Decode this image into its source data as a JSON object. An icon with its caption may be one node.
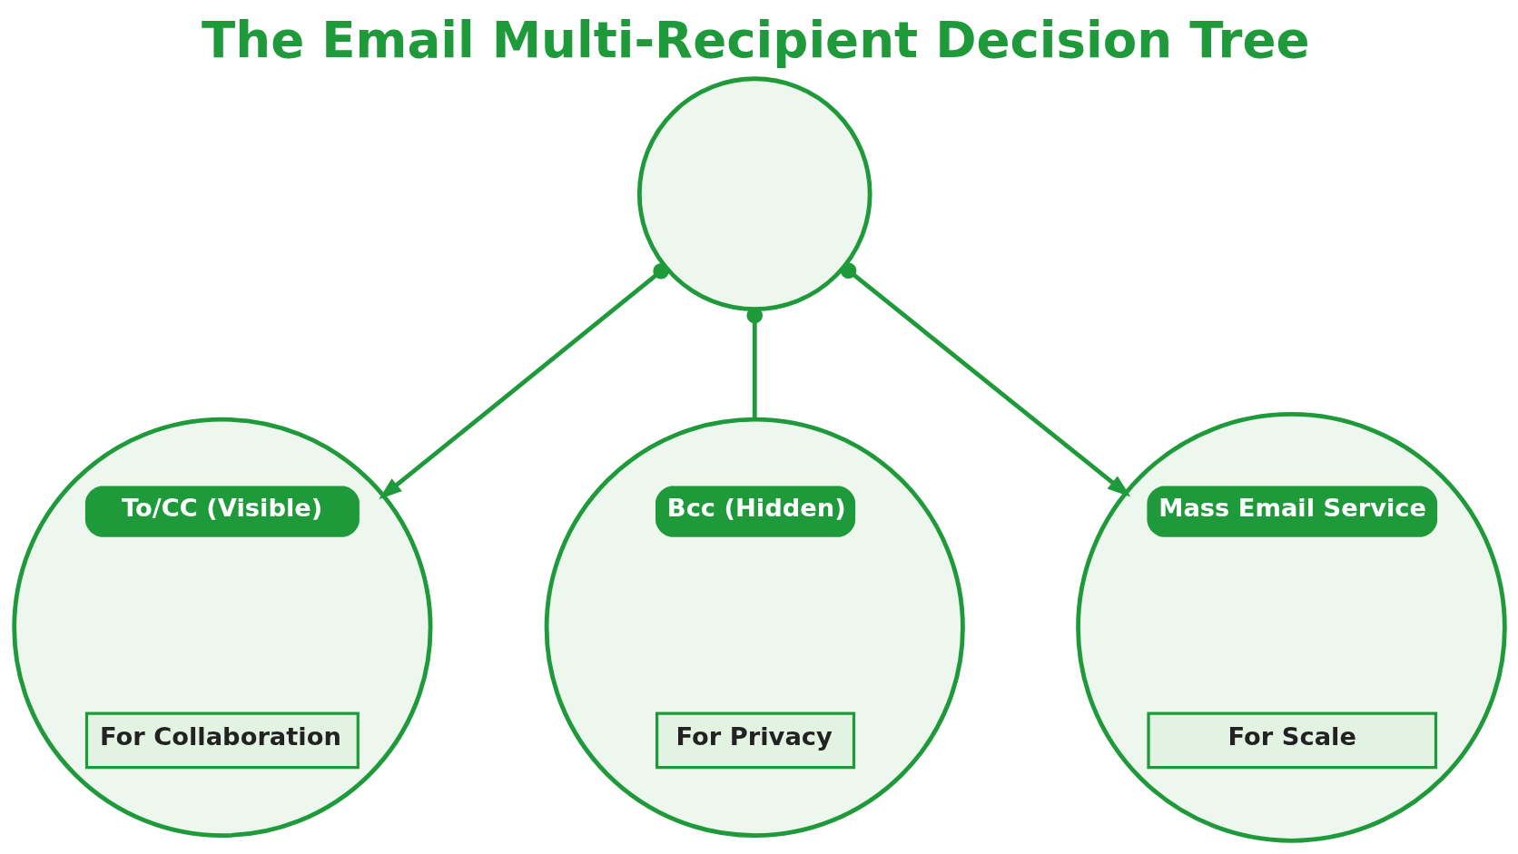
{
  "diagram": {
    "title": "The Email Multi-Recipient Decision Tree",
    "nodes": [
      {
        "text": [],
        "shape": "circle"
      },
      {
        "text": [
          "To/CC (Visible)",
          "For Collaboration"
        ]
      },
      {
        "text": [
          "Bcc (Hidden)",
          "For Privacy"
        ]
      },
      {
        "text": [
          "Mass Email Service",
          "For Scale"
        ]
      }
    ],
    "edges": [
      {
        "from": 0,
        "to": 1,
        "arrow": "to"
      },
      {
        "from": 0,
        "to": 2,
        "arrow": "other"
      },
      {
        "from": 0,
        "to": 3,
        "arrow": "to"
      }
    ]
  }
}
